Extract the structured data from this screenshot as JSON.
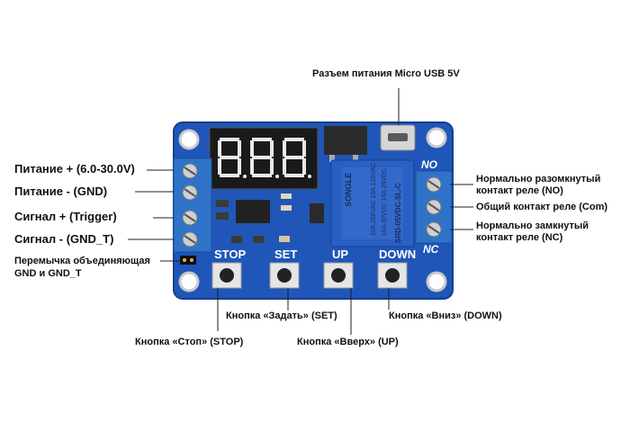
{
  "callouts": {
    "power_connector": "Разъем питания Micro USB 5V",
    "power_plus": "Питание + (6.0-30.0V)",
    "power_minus": "Питание - (GND)",
    "signal_plus": "Сигнал + (Trigger)",
    "signal_minus": "Сигнал - (GND_T)",
    "jumper_line1": "Перемычка объединяющая",
    "jumper_line2": "GND и GND_T",
    "relay_no_line1": "Нормально разомкнутый",
    "relay_no_line2": "контакт реле (NO)",
    "relay_com": "Общий контакт реле (Com)",
    "relay_nc_line1": "Нормально замкнутый",
    "relay_nc_line2": "контакт реле (NC)",
    "button_stop": "Кнопка «Стоп» (STOP)",
    "button_set": "Кнопка «Задать» (SET)",
    "button_up": "Кнопка «Вверх» (UP)",
    "button_down": "Кнопка «Вниз» (DOWN)"
  },
  "board": {
    "label_stop": "STOP",
    "label_set": "SET",
    "label_up": "UP",
    "label_down": "DOWN",
    "label_no": "NO",
    "label_nc": "NC",
    "relay_brand": "SONGLE",
    "relay_model": "SRD-05VDC-SL-C",
    "relay_rating1": "10A 250VAC 10A 125VAC",
    "relay_rating2": "10A 30VDC 10A 28VDC",
    "display": "8.8.8."
  },
  "colors": {
    "pcb": "#1f56b8",
    "pcb_edge": "#153f8c",
    "terminal": "#2f73c9",
    "relay": "#2a5fc4",
    "display_body": "#1a1a1a",
    "segment": "#e8e8e8",
    "leader_line": "#222222"
  }
}
